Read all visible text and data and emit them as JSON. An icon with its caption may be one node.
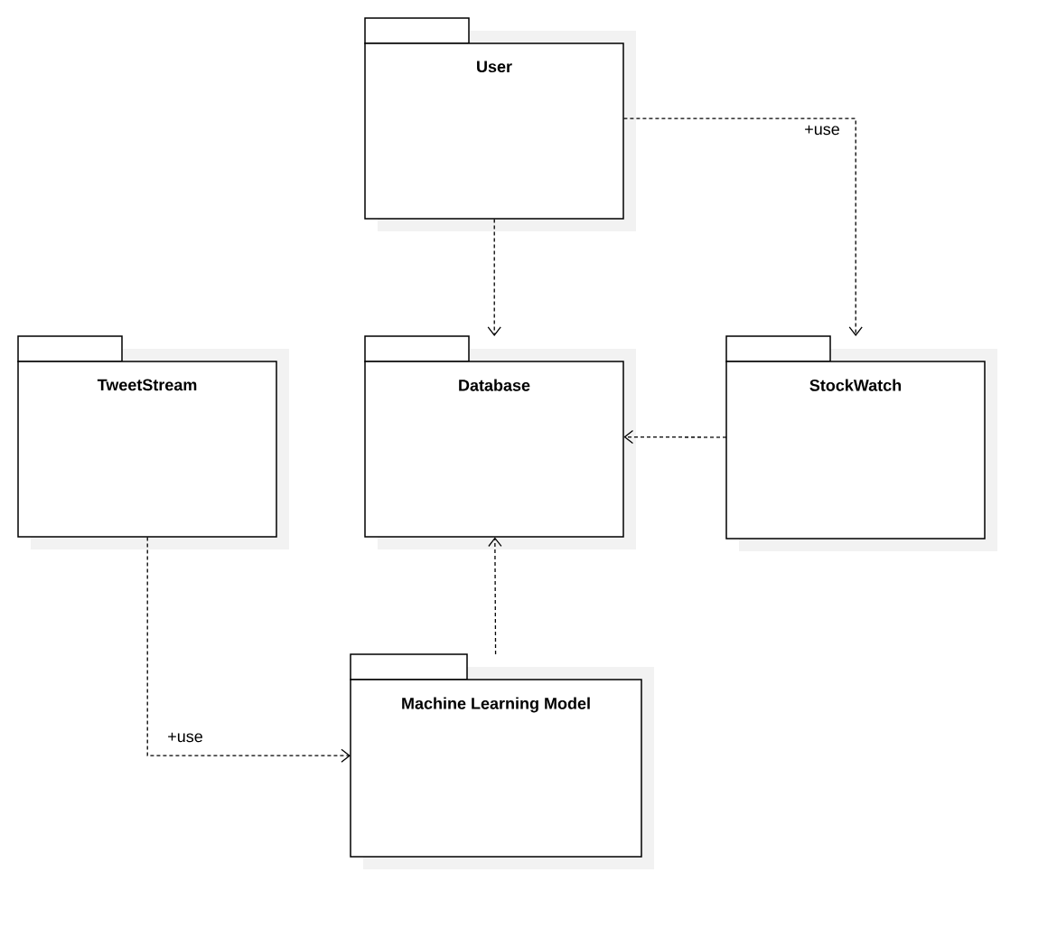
{
  "diagram": {
    "nodes": [
      {
        "text": [
          "User"
        ]
      },
      {
        "text": [
          "TweetStream"
        ]
      },
      {
        "text": [
          "Database"
        ]
      },
      {
        "text": [
          "StockWatch"
        ]
      },
      {
        "text": [
          "Machine Learning Model"
        ]
      }
    ],
    "edges": [
      {
        "from": 0,
        "to": 3,
        "arrow": "to",
        "style": "dashed",
        "label": "+use"
      },
      {
        "from": 0,
        "to": 2,
        "arrow": "to",
        "style": "dashed"
      },
      {
        "from": 3,
        "to": 2,
        "arrow": "to",
        "style": "dashed"
      },
      {
        "from": 4,
        "to": 2,
        "arrow": "to",
        "style": "dashed"
      },
      {
        "from": 1,
        "to": 4,
        "arrow": "to",
        "style": "dashed",
        "label": "+use"
      }
    ]
  }
}
